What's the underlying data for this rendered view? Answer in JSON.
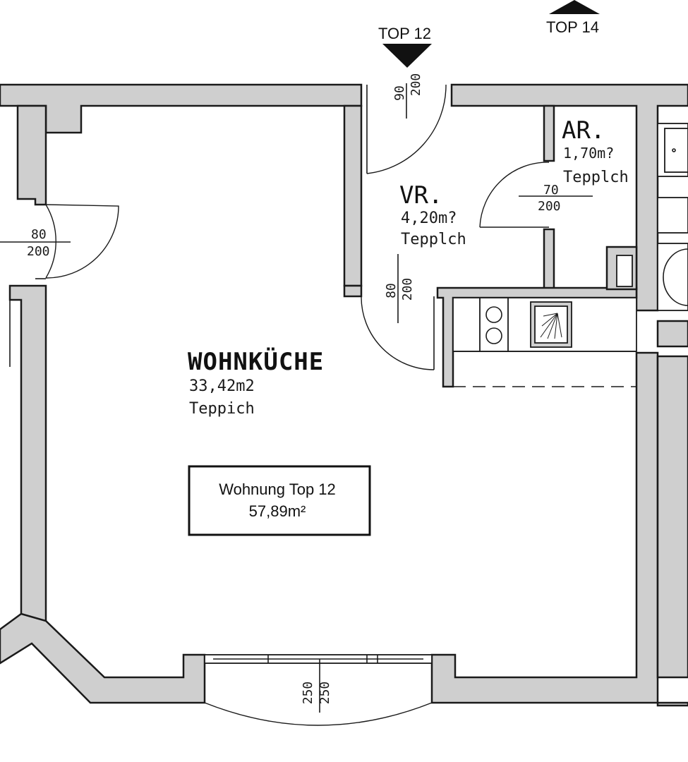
{
  "markers": {
    "top12": "TOP 12",
    "top14": "TOP 14"
  },
  "rooms": {
    "wohnkueche": {
      "name": "WOHNKÜCHE",
      "area": "33,42m2",
      "floor": "Teppich"
    },
    "vr": {
      "name": "VR.",
      "area": "4,20m?",
      "floor": "Tepplch"
    },
    "ar": {
      "name": "AR.",
      "area": "1,70m?",
      "floor": "Tepplch"
    }
  },
  "apartment": {
    "title": "Wohnung Top 12",
    "area": "57,89m²"
  },
  "doors": {
    "entry": {
      "width": "90",
      "height": "200"
    },
    "vr": {
      "width": "80",
      "height": "200"
    },
    "ar": {
      "width": "70",
      "height": "200"
    },
    "left": {
      "width": "80",
      "height": "200"
    },
    "balcony": {
      "width": "250",
      "height": "250"
    }
  }
}
